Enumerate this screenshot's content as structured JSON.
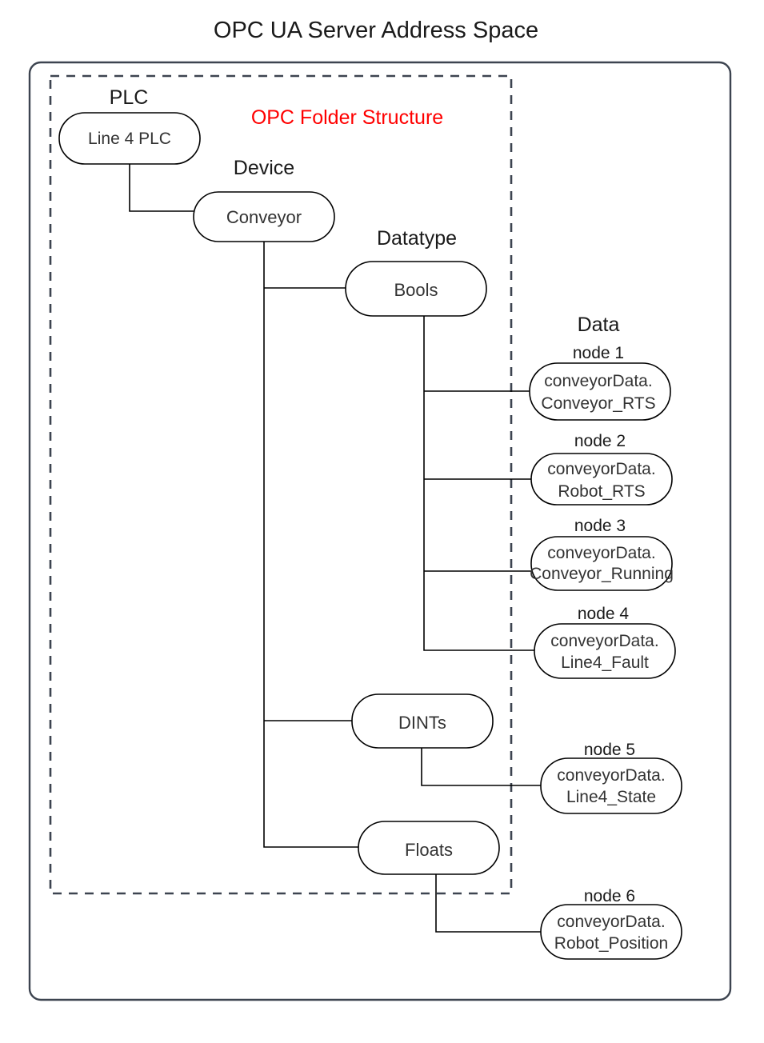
{
  "title": "OPC UA Server Address Space",
  "folder_structure_label": "OPC Folder Structure",
  "colors": {
    "accent_red": "#ff0000",
    "box_stroke": "#3d4450",
    "node_stroke": "#000000",
    "text": "#1a1a1a"
  },
  "group_labels": {
    "plc": "PLC",
    "device": "Device",
    "datatype": "Datatype",
    "data": "Data"
  },
  "tree": {
    "plc_node": {
      "label": "Line 4 PLC"
    },
    "device_node": {
      "label": "Conveyor"
    },
    "datatype_nodes": [
      {
        "label": "Bools"
      },
      {
        "label": "DINTs"
      },
      {
        "label": "Floats"
      }
    ]
  },
  "data_nodes": [
    {
      "caption": "node 1",
      "line1": "conveyorData.",
      "line2": "Conveyor_RTS",
      "parent": "Bools"
    },
    {
      "caption": "node 2",
      "line1": "conveyorData.",
      "line2": "Robot_RTS",
      "parent": "Bools"
    },
    {
      "caption": "node 3",
      "line1": "conveyorData.",
      "line2": "Conveyor_Running",
      "parent": "Bools"
    },
    {
      "caption": "node 4",
      "line1": "conveyorData.",
      "line2": "Line4_Fault",
      "parent": "Bools"
    },
    {
      "caption": "node 5",
      "line1": "conveyorData.",
      "line2": "Line4_State",
      "parent": "DINTs"
    },
    {
      "caption": "node 6",
      "line1": "conveyorData.",
      "line2": "Robot_Position",
      "parent": "Floats"
    }
  ]
}
